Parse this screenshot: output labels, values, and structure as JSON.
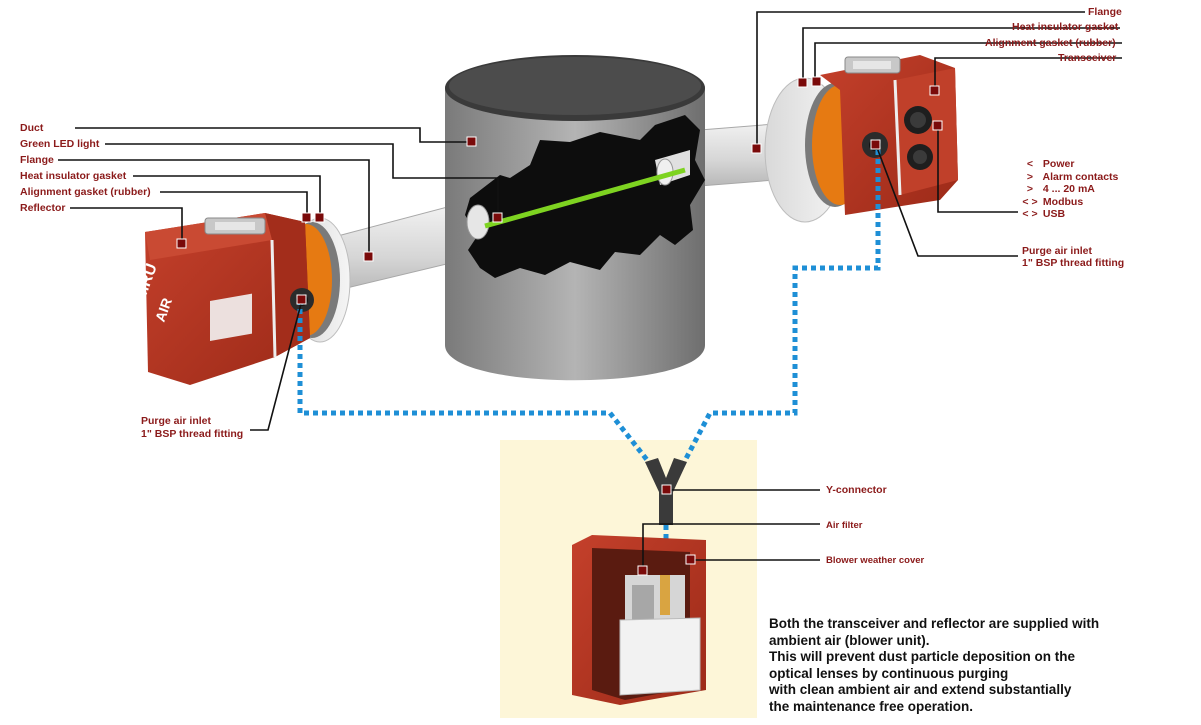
{
  "labels": {
    "duct": "Duct",
    "green_led": "Green LED light",
    "flange_left": "Flange",
    "heat_gasket_left": "Heat insulator gasket",
    "align_gasket_left": "Alignment gasket (rubber)",
    "reflector": "Reflector",
    "flange_right": "Flange",
    "heat_gasket_right": "Heat insulator gasket",
    "align_gasket_right": "Alignment gasket (rubber)",
    "transceiver": "Transceiver",
    "purge_left_1": "Purge air inlet",
    "purge_left_2": "1\" BSP thread fitting",
    "purge_right_1": "Purge air inlet",
    "purge_right_2": "1\" BSP thread fitting",
    "y_connector": "Y-connector",
    "air_filter": "Air filter",
    "blower_cover": "Blower weather cover"
  },
  "connections": [
    {
      "symbol": "<",
      "label": "Power"
    },
    {
      "symbol": ">",
      "label": "Alarm contacts"
    },
    {
      "symbol": ">",
      "label": "4 ... 20 mA"
    },
    {
      "symbol": "< >",
      "label": "Modbus"
    },
    {
      "symbol": "< >",
      "label": "USB"
    }
  ],
  "unit_branding": {
    "logo_top": "MRU",
    "logo_bottom": "AIR"
  },
  "description": [
    "Both the transceiver and reflector are supplied with",
    "ambient air (blower unit).",
    "This will prevent dust particle deposition on the",
    "optical lenses by continuous purging",
    "with clean ambient air and extend substantially",
    "the maintenance free operation."
  ],
  "colors": {
    "label_text": "#8b1a1a",
    "marker": "#7a0a0a",
    "housing_red": "#b5321f",
    "gasket_orange": "#e67a12",
    "led_green": "#7ed321",
    "air_line": "#1e8fd6",
    "blower_bg": "#fdf6d8"
  }
}
